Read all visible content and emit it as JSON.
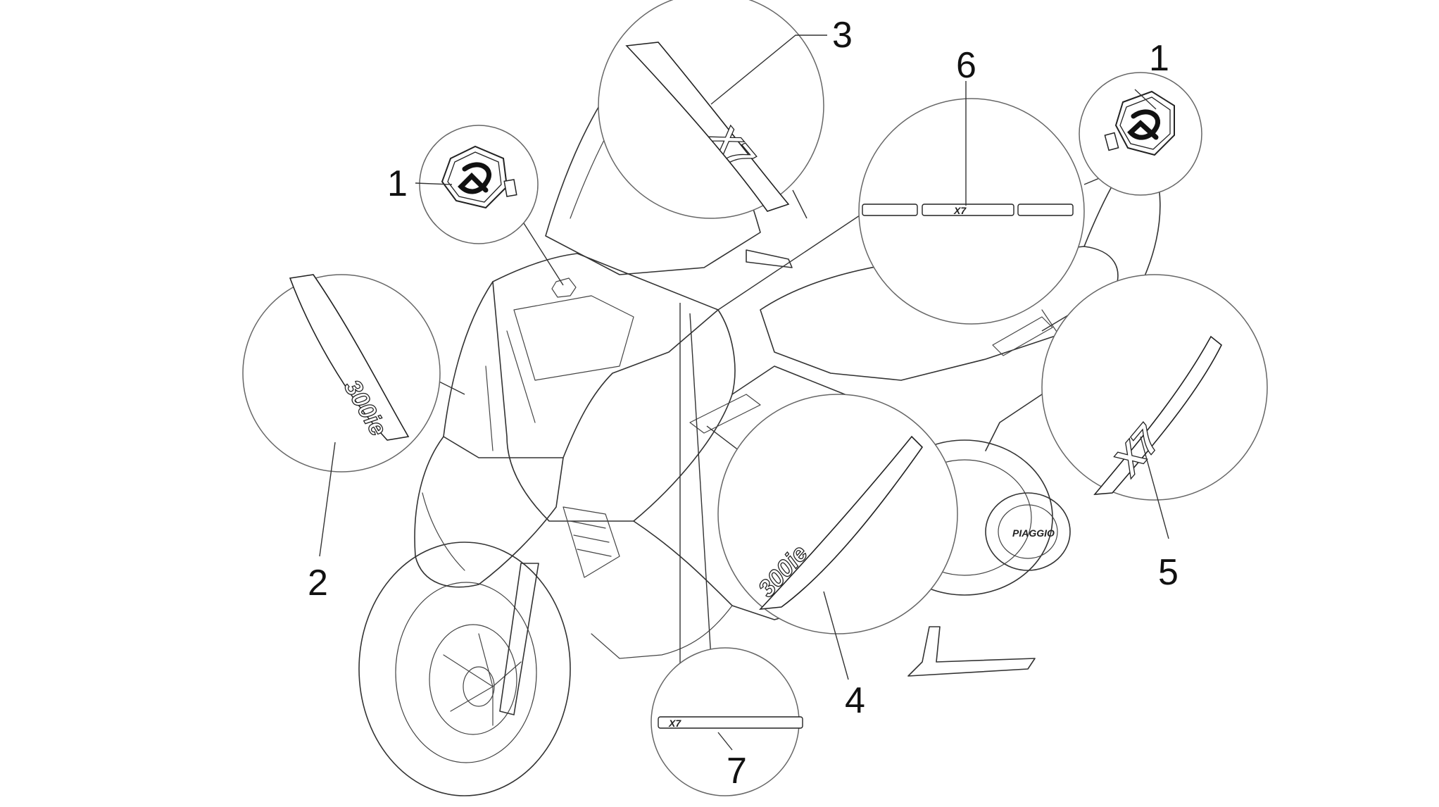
{
  "callouts": [
    {
      "id": "1-left",
      "number": "1"
    },
    {
      "id": "1-right",
      "number": "1"
    },
    {
      "id": "2",
      "number": "2"
    },
    {
      "id": "3",
      "number": "3"
    },
    {
      "id": "4",
      "number": "4"
    },
    {
      "id": "5",
      "number": "5"
    },
    {
      "id": "6",
      "number": "6"
    },
    {
      "id": "7",
      "number": "7"
    }
  ],
  "decals": {
    "model_badge": "X7",
    "displacement_badge": "300ie",
    "engine_cover_text": "PIAGGIO"
  }
}
